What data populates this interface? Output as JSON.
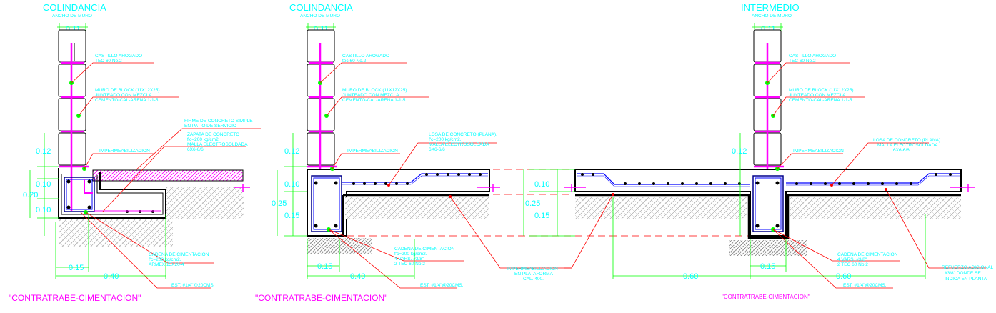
{
  "colors": {
    "wall": "#000000",
    "rebar": "#ff00ff",
    "text": "#00ffff",
    "leader": "#ff0000",
    "dim": "#00ff00",
    "dot": "#000000"
  },
  "d1": {
    "title": "COLINDANCIA",
    "wall_label": "ANCHO DE MURO",
    "wall_dim": "0.11",
    "castillo": [
      "CASTILLO AHOGADO",
      "TEC 60 No.2"
    ],
    "muro": [
      "MURO DE BLOCK (11X12X25)",
      "JUNTEADO CON MEZCLA",
      "CEMENTO-CAL-ARENA 1-1-5."
    ],
    "firme": [
      "FIRME DE CONCRETO SIMPLE",
      "EN PATIO DE SERVICIO"
    ],
    "zapata": [
      "ZAPATA DE CONCRETO",
      "f'c=200 kg/cm2.",
      "MALLA ELECTROSOLDADA",
      "6X6-6/6"
    ],
    "imper": "IMPERMEABILIZACION",
    "cadena": [
      "CADENA DE CIMENTACION",
      "f'c=200 kg/cm2.",
      "ARMEX 15X20-4"
    ],
    "est": "EST. #1/4\"@20CMS.",
    "v012": "0.12",
    "v010a": "0.10",
    "v020": "0.20",
    "v010b": "0.10",
    "h015": "0.15",
    "h040": "0.40",
    "caption": "\"CONTRATRABE-CIMENTACION\""
  },
  "d2": {
    "title": "COLINDANCIA",
    "wall_label": "ANCHO DE MURO",
    "wall_dim": "0.11",
    "castillo": [
      "CASTILLO AHOGADO",
      "tec 60 No.2"
    ],
    "muro": [
      "MURO DE BLOCK (11X12X25)",
      "JUNTEADO CON MEZCLA",
      "CEMENTO-CAL-ARENA 1-1-5."
    ],
    "losa": [
      "LOSA DE CONCRETO (PLANA).",
      "f'c=200 kg/cm2.",
      "MALLA ELECTROSOLDADA",
      "6X6-6/6"
    ],
    "imper": "IMPERMEABILIZACION",
    "cadena": [
      "CADENA DE CIMENTACION",
      "f'c=200 kg/cm2.",
      "4 VARS. #3/8\"",
      "2 TEC 60 No.2"
    ],
    "est": "EST. #1/4\"@20CMS.",
    "imper_plat": [
      "IMPERMEABILIZACION",
      "EN PLATAFORMA",
      "CAL. 400."
    ],
    "v012": "0.12",
    "v010": "0.10",
    "v025": "0.25",
    "v015": "0.15",
    "h015": "0.15",
    "h040": "0.40",
    "caption": "\"CONTRATRABE-CIMENTACION\""
  },
  "d3": {
    "title": "INTERMEDIO",
    "wall_label": "ANCHO DE MURO",
    "wall_dim": "0.11",
    "castillo": [
      "CASTILLO AHOGADO",
      "TEC 60 No.2"
    ],
    "muro": [
      "MURO DE BLOCK (11X12X25)",
      "JUNTEADO CON MEZCLA",
      "CEMENTO-CAL-ARENA 1-1-5."
    ],
    "losa": [
      "LOSA DE CONCRETO (PLANA).",
      "MALLA ELECTROSOLDADA",
      "6X6-6/6"
    ],
    "imper": "IMPERMEABILIZACION",
    "cadena": [
      "CADENA DE CIMENTACION",
      "4 VARS. #3/8\"",
      "2 TEC 60 No.2"
    ],
    "est": "EST. #1/4\"@20CMS.",
    "refuerzo": [
      "REFUERZO ADICIONAL",
      "#3/8\" DONDE SE",
      "INDICA EN PLANTA"
    ],
    "v012": "0.12",
    "v010": "0.10",
    "v025": "0.25",
    "v015": "0.15",
    "h015": "0.15",
    "h060a": "0.60",
    "h060b": "0.60",
    "caption": "\"CONTRATRABE-CIMENTACION\""
  }
}
